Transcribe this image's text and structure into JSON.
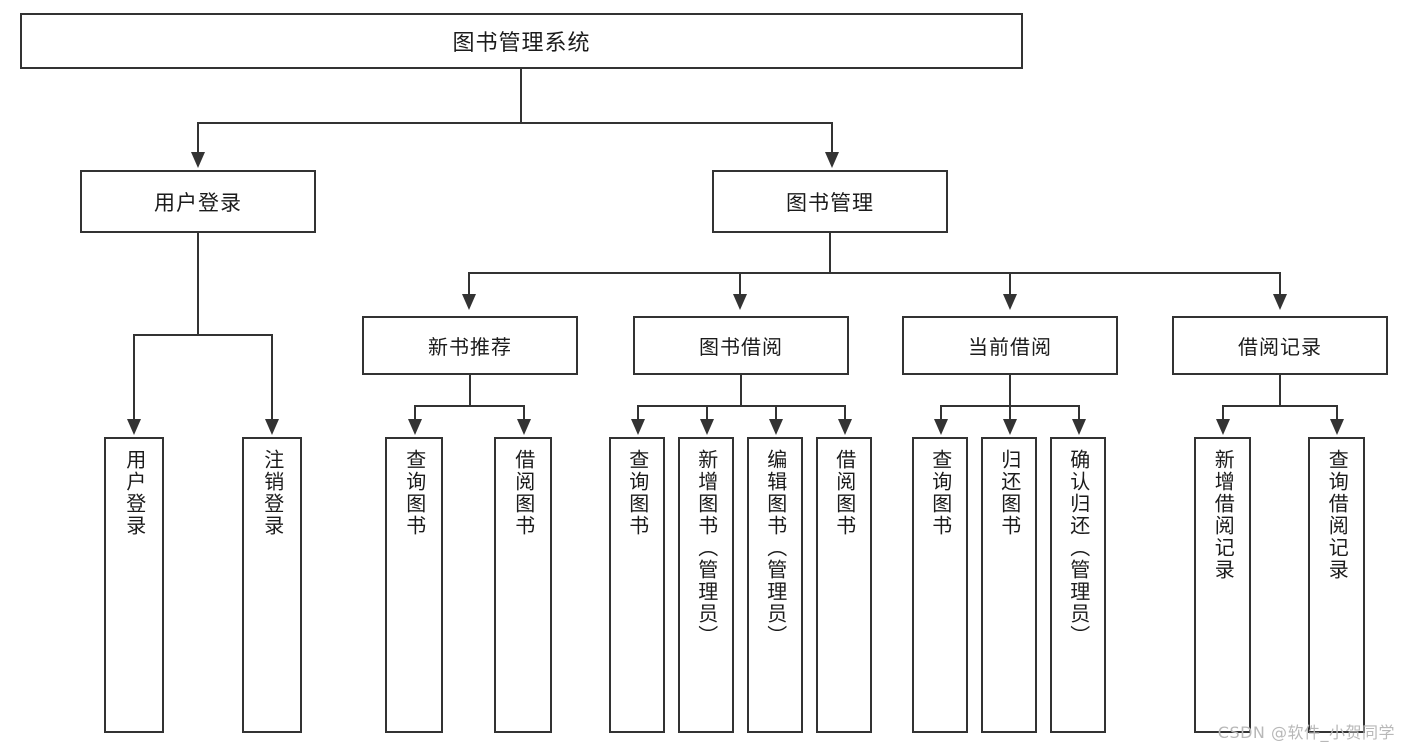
{
  "diagram": {
    "type": "tree-hierarchy",
    "title": "图书管理系统",
    "root": {
      "label": "图书管理系统"
    },
    "level1": [
      {
        "label": "用户登录"
      },
      {
        "label": "图书管理"
      }
    ],
    "level2": [
      {
        "label": "新书推荐"
      },
      {
        "label": "图书借阅"
      },
      {
        "label": "当前借阅"
      },
      {
        "label": "借阅记录"
      }
    ],
    "leaves": {
      "user_login": [
        {
          "label": "用户登录"
        },
        {
          "label": "注销登录"
        }
      ],
      "new_book_recommend": [
        {
          "label": "查询图书"
        },
        {
          "label": "借阅图书"
        }
      ],
      "book_borrow": [
        {
          "label": "查询图书"
        },
        {
          "label": "新增图书（管理员）"
        },
        {
          "label": "编辑图书（管理员）"
        },
        {
          "label": "借阅图书"
        }
      ],
      "current_borrow": [
        {
          "label": "查询图书"
        },
        {
          "label": "归还图书"
        },
        {
          "label": "确认归还（管理员）"
        }
      ],
      "borrow_record": [
        {
          "label": "新增借阅记录"
        },
        {
          "label": "查询借阅记录"
        }
      ]
    }
  },
  "watermark": {
    "text": "CSDN @软件_小贺同学"
  },
  "colors": {
    "stroke": "#333333",
    "background": "#ffffff",
    "text": "#1b1b1b",
    "watermark": "#b8b8b8"
  }
}
